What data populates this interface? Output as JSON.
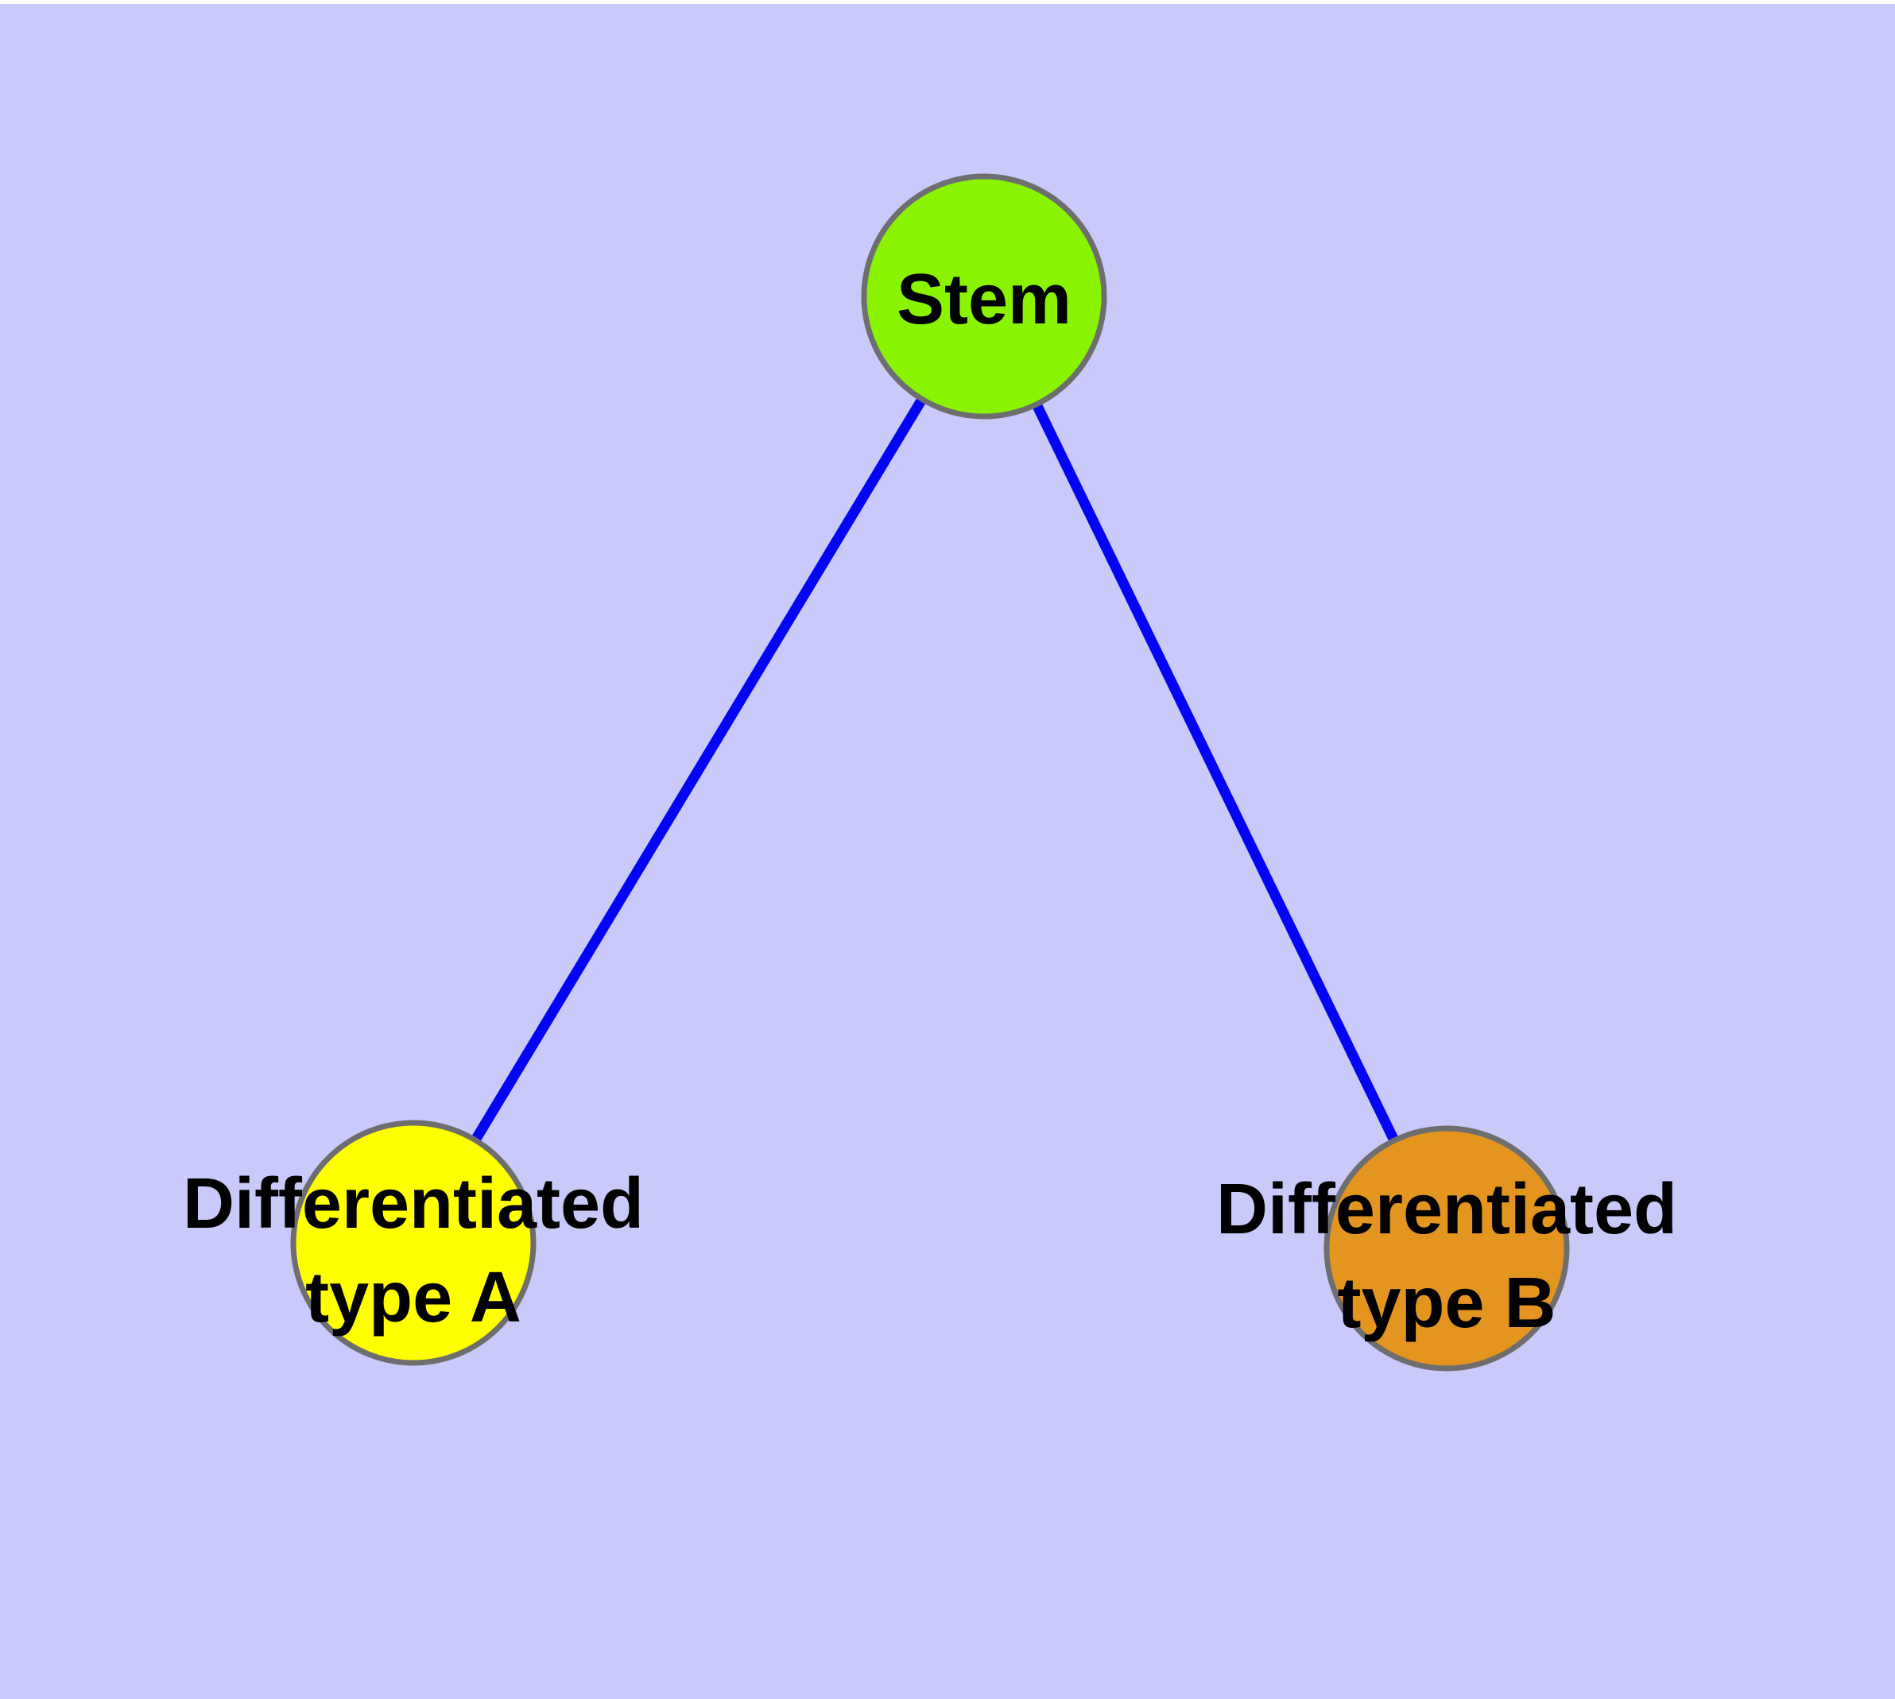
{
  "background": {
    "page_color": "#FFFFFF",
    "canvas_color": "#C9C9FA"
  },
  "graph": {
    "node_border_color": "#6E6E6E",
    "label_color": "#000000",
    "nodes": [
      {
        "id": "stem",
        "label": "Stem",
        "fill": "#8AF400"
      },
      {
        "id": "differentiated-type-a",
        "label": "Differentiated type A",
        "label_line1": "Differentiated",
        "label_line2": "type A",
        "fill": "#FFFF00"
      },
      {
        "id": "differentiated-type-b",
        "label": "Differentiated type B",
        "label_line1": "Differentiated",
        "label_line2": "type B",
        "fill": "#E49520"
      }
    ],
    "edges": [
      {
        "from": "stem",
        "to": "differentiated-type-a",
        "color": "#0404F5"
      },
      {
        "from": "stem",
        "to": "differentiated-type-b",
        "color": "#0404F5"
      }
    ]
  }
}
